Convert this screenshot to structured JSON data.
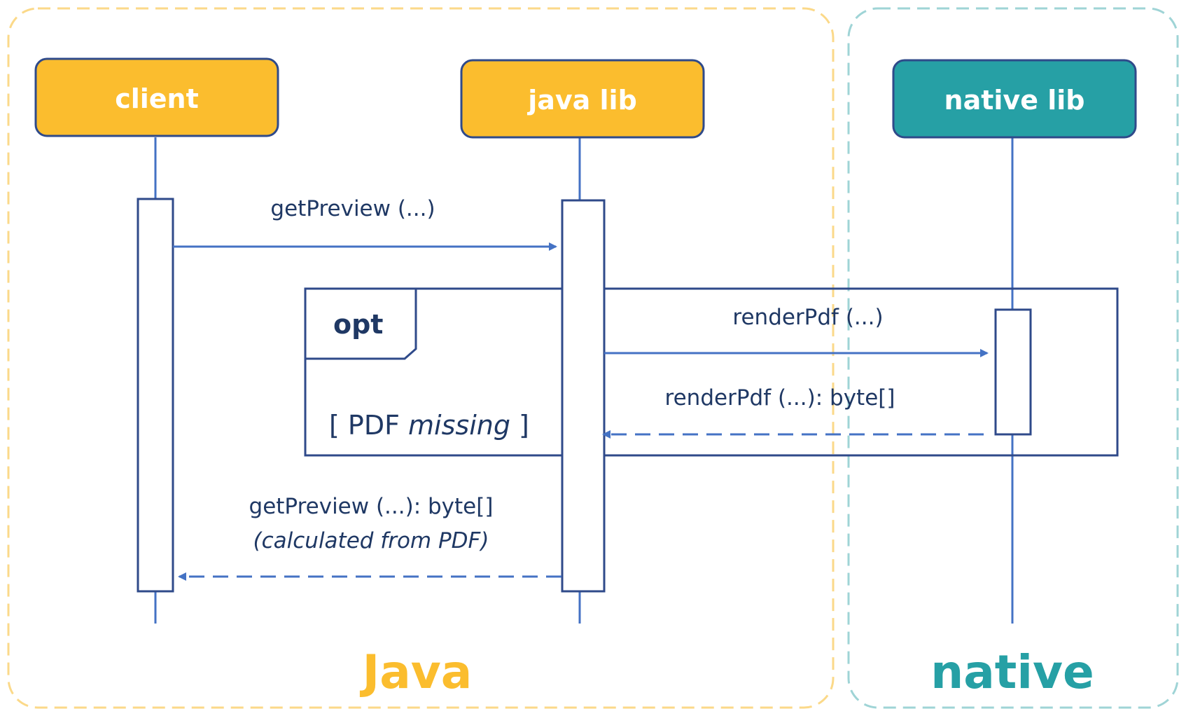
{
  "colors": {
    "java_accent": "#fbbd2e",
    "native_accent": "#26a0a5",
    "line": "#4472c4",
    "box_border": "#2f4a8a",
    "text": "#1f3864"
  },
  "zones": {
    "java": {
      "label": "Java"
    },
    "native": {
      "label": "native"
    }
  },
  "participants": {
    "client": {
      "label": "client"
    },
    "java_lib": {
      "label": "java lib"
    },
    "native_lib": {
      "label": "native lib"
    }
  },
  "messages": {
    "get_preview_call": "getPreview (...)",
    "render_pdf_call": "renderPdf (...)",
    "render_pdf_return": "renderPdf (...): byte[]",
    "get_preview_return": "getPreview (...): byte[]",
    "get_preview_return_note": "(calculated from PDF)"
  },
  "opt_frame": {
    "operator": "opt",
    "guard_open": "[ PDF ",
    "guard_condition": "missing",
    "guard_close": " ]"
  }
}
